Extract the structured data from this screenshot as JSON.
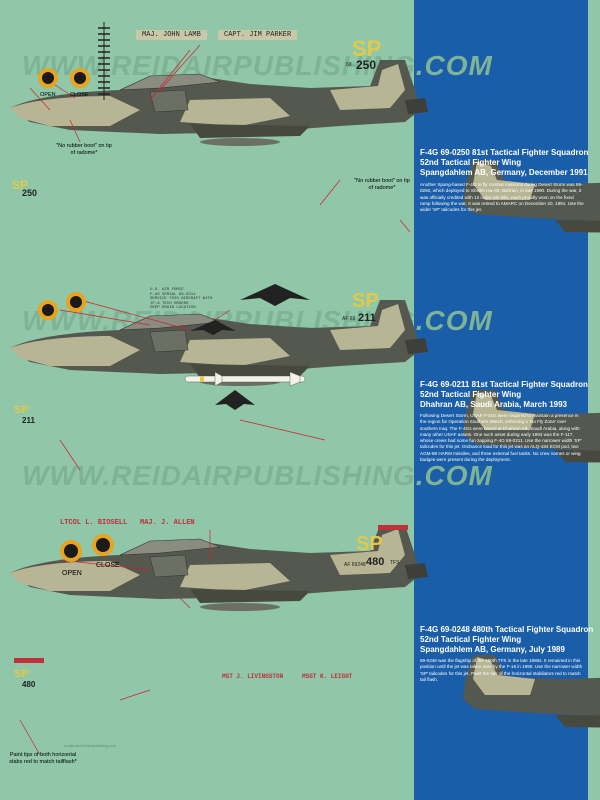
{
  "watermark": "WWW.REIDAIRPUBLISHING.COM",
  "credit": "a color bird rf bdrnpublishing.com",
  "aircraft": [
    {
      "crew_left": "MAJ. JOHN  LAMB",
      "crew_right": "CAPT.  JIM PARKER",
      "tail_code": "SP",
      "tail_serial": "250",
      "tail_prefix": "69",
      "open_label": "OPEN",
      "close_label": "CLOSE",
      "note": "\"No rubber boot\" on tip of radome*",
      "title": [
        "F-4G 69-0250 81st Tactical Fighter Squadron",
        "52nd Tactical Fighter Wing",
        "Spangdahlem AB, Germany,  December 1991"
      ],
      "body": "Another Spang-based F-4G to fly combat missions during Desert Storm was 69-0250, which deployed to Sheikh Isa AB, Bahrain, in late 1990. During the war, it was officially credited with 12 radar site kills, each proudly worn on the fixed ramp following the war. It was retired to AMARC on December 20, 1991. Use the wider 'SP' tailcodes for this jet."
    },
    {
      "tail_code": "SP",
      "tail_serial": "211",
      "tail_prefix": "AF 69",
      "stencil": "U.S. AIR FORCE\nF-4G SERIAL 69-0211\nSERVICE THIS AIRCRAFT WITH\nJP-8 TECH ORDERS\nDEEP DRAIN LOCATION",
      "title": [
        "F-4G 69-0211 81st Tactical Fighter Squadron",
        "52nd Tactical Fighter Wing",
        "Dhahran AB, Saudi Arabia, March 1993"
      ],
      "body": "Following Desert Storm, USAF F-4Gs were required to maintain a presence in the region for Operation Southern Watch, enforcing a 'No Fly Zone' over southern Iraq. The F-4Gs were based at Dhahran AB, Saudi Arabia, along with many other USAF assets. One such asset during early 1993 was the F-117, whose crews had some fun zapping F-4G 69-0211. Use the narrower width 'SP' tailcodes for this jet. Ordnance load for this jet was an ALQ-184 ECM pod, two AGM-88 HARM missiles, and three external fuel tanks. No crew names or wing badges were present during the deployment."
    },
    {
      "crew_left": "LTCOL  L. BIOSELL",
      "crew_right": "MAJ.  J. ALLEN",
      "crew_bottom_left": "MGT  J. LIVINGSTON",
      "crew_bottom_right": "MSGT  K. LEIGHT",
      "tail_code": "SP",
      "tail_serial": "480",
      "tail_small": "TFS",
      "tail_prefix": "AF 69248",
      "open_label": "OPEN",
      "close_label": "CLOSE",
      "note": "Paint tips of both horizontal stabs red to match tailflash*",
      "title": [
        "F-4G 69-0248 480th Tactical Fighter Squadron",
        "52nd Tactical Fighter Wing",
        "Spangdahlem AB, Germany, July 1989"
      ],
      "body": "69-0248 was the flagship of the 480th TFS in the late 1980s. It remained in this position until the jet was taken over by the F-16 in 1990. Use the narrower width 'SP' tailcodes for this jet. Paint the tips of the horizontal stabilators red to match tail flash."
    }
  ],
  "colors": {
    "background": "#8fc7a8",
    "side_panel": "#1a5ea9",
    "camo_dark": "#54584e",
    "camo_light": "#b7b594",
    "tail_code": "#e3c84a",
    "tail_flash_red": "#c0303a"
  }
}
